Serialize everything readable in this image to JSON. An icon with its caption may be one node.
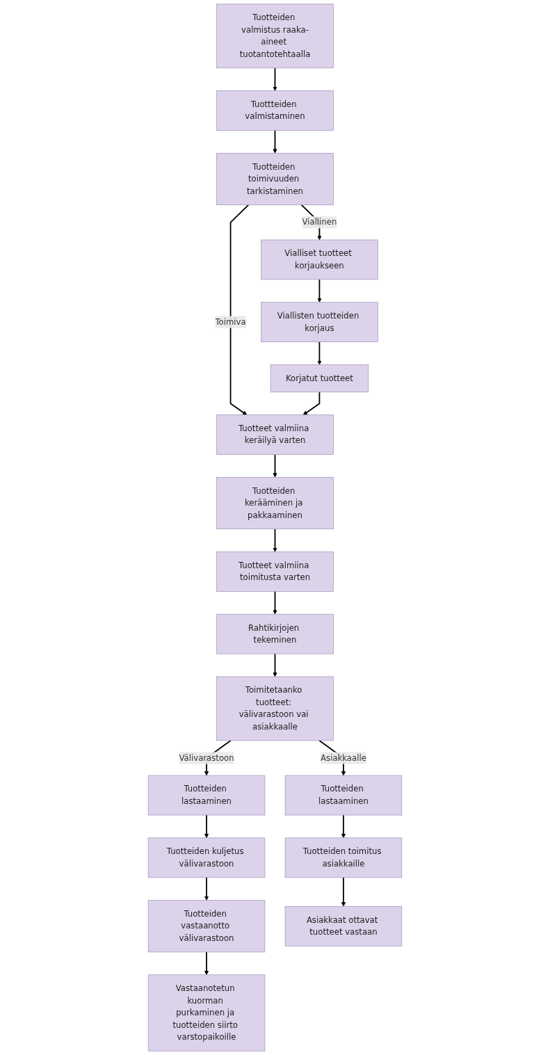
{
  "diagram": {
    "nodes": [
      {
        "text": [
          "Tuotteiden valmistus raaka-aineet tuotantotehtaalla"
        ]
      },
      {
        "text": [
          "Tuottteiden valmistaminen"
        ]
      },
      {
        "text": [
          "Tuotteiden toimivuuden tarkistaminen"
        ]
      },
      {
        "text": [
          "Vialliset tuotteet korjaukseen"
        ]
      },
      {
        "text": [
          "Tuotteet valmiina keräilyä varten"
        ]
      },
      {
        "text": [
          "Viallisten tuotteiden korjaus"
        ]
      },
      {
        "text": [
          "Tuotteiden kerääminen ja pakkaaminen"
        ]
      },
      {
        "text": [
          "Korjatut tuotteet"
        ]
      },
      {
        "text": [
          "Tuotteet valmiina toimitusta varten"
        ]
      },
      {
        "text": [
          "Toimitetaanko tuotteet: välivarastoon vai asiakkaalle"
        ]
      },
      {
        "text": [
          "Rahtikirjojen tekeminen"
        ]
      },
      {
        "text": [
          "Tuotteiden lastaaminen"
        ]
      },
      {
        "text": [
          "Tuotteiden lastaaminen"
        ]
      },
      {
        "text": [
          "Tuotteiden toimitus asiakkaille"
        ]
      },
      {
        "text": [
          "Tuotteiden kuljetus välivarastoon"
        ]
      },
      {
        "text": [
          "Tuotteiden vastaanotto välivarastoon"
        ]
      },
      {
        "text": [
          "Asiakkaat ottavat tuotteet vastaan"
        ]
      },
      {
        "text": [
          "Vastaanotetun kuorman purkaminen ja tuotteiden siirto varstopaikoille"
        ]
      }
    ],
    "edges": [
      {
        "from": 0,
        "to": 1,
        "arrow": "to"
      },
      {
        "from": 1,
        "to": 2,
        "arrow": "to"
      },
      {
        "from": 2,
        "to": 3,
        "label": "Viallinen",
        "arrow": "to"
      },
      {
        "from": 2,
        "to": 4,
        "label": "Toimiva",
        "arrow": "to"
      },
      {
        "from": 3,
        "to": 5,
        "arrow": "to"
      },
      {
        "from": 5,
        "to": 7,
        "arrow": "to"
      },
      {
        "from": 7,
        "to": 4,
        "arrow": "to"
      },
      {
        "from": 4,
        "to": 6,
        "arrow": "to"
      },
      {
        "from": 6,
        "to": 8,
        "arrow": "to"
      },
      {
        "from": 8,
        "to": 10,
        "arrow": "to"
      },
      {
        "from": 10,
        "to": 9,
        "arrow": "to"
      },
      {
        "from": 9,
        "to": 11,
        "label": "Välivarastoon",
        "arrow": "to"
      },
      {
        "from": 9,
        "to": 12,
        "label": "Asiakkaalle",
        "arrow": "to"
      },
      {
        "from": 12,
        "to": 13,
        "arrow": "to"
      },
      {
        "from": 13,
        "to": 16,
        "arrow": "to"
      },
      {
        "from": 11,
        "to": 14,
        "arrow": "to"
      },
      {
        "from": 14,
        "to": 15,
        "arrow": "to"
      },
      {
        "from": 15,
        "to": 17,
        "arrow": "to"
      }
    ]
  }
}
